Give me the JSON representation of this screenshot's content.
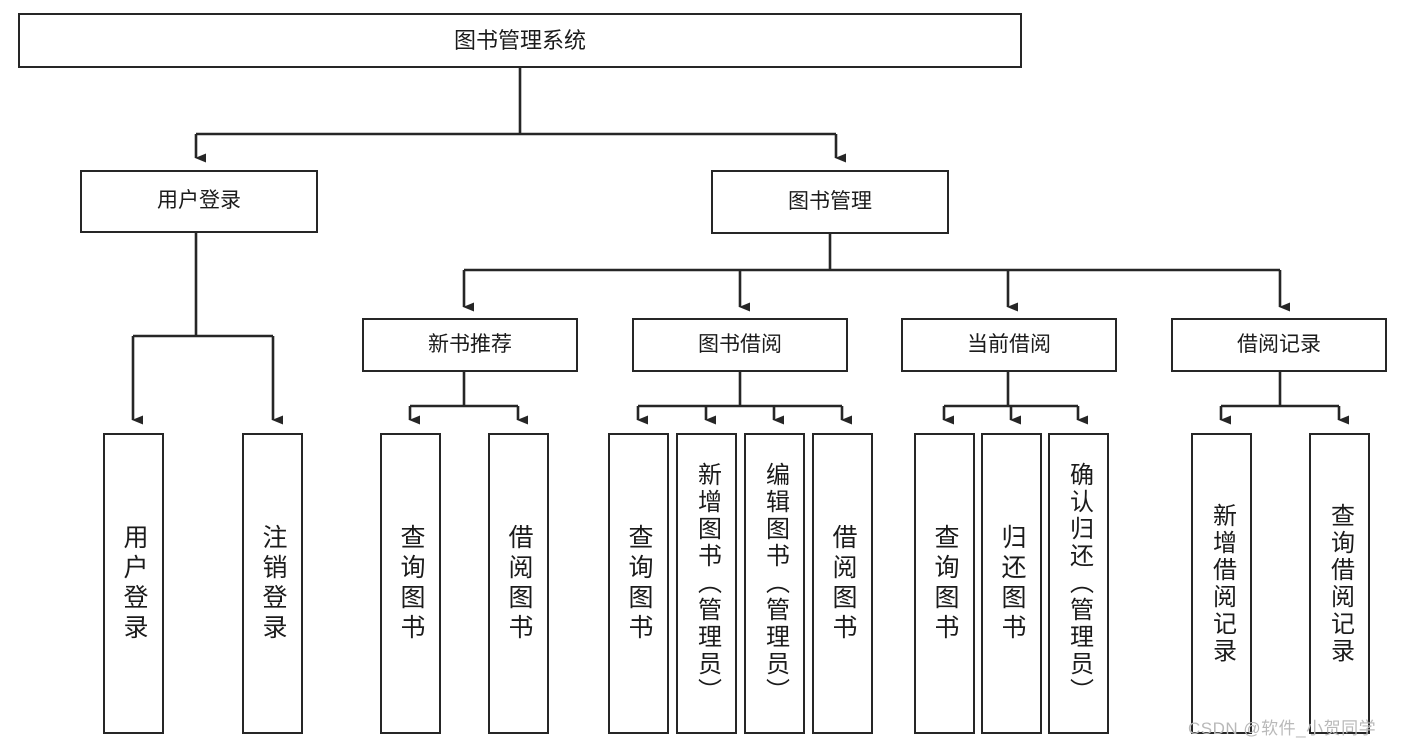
{
  "diagram": {
    "title": "图书管理系统",
    "type": "hierarchy-tree",
    "nodes": {
      "root": {
        "label": "图书管理系统"
      },
      "level2": [
        {
          "id": "user-login",
          "label": "用户登录"
        },
        {
          "id": "book-manage",
          "label": "图书管理"
        }
      ],
      "level3": [
        {
          "id": "new-book-recommend",
          "label": "新书推荐"
        },
        {
          "id": "book-borrow",
          "label": "图书借阅"
        },
        {
          "id": "current-borrow",
          "label": "当前借阅"
        },
        {
          "id": "borrow-record",
          "label": "借阅记录"
        }
      ],
      "leaves": {
        "user-login": [
          {
            "id": "leaf-user-login",
            "label": "用户登录"
          },
          {
            "id": "leaf-logout",
            "label": "注销登录"
          }
        ],
        "new-book-recommend": [
          {
            "id": "leaf-query-book-1",
            "label": "查询图书"
          },
          {
            "id": "leaf-borrow-book-1",
            "label": "借阅图书"
          }
        ],
        "book-borrow": [
          {
            "id": "leaf-query-book-2",
            "label": "查询图书"
          },
          {
            "id": "leaf-add-book",
            "label": "新增图书（管理员）"
          },
          {
            "id": "leaf-edit-book",
            "label": "编辑图书（管理员）"
          },
          {
            "id": "leaf-borrow-book-2",
            "label": "借阅图书"
          }
        ],
        "current-borrow": [
          {
            "id": "leaf-query-book-3",
            "label": "查询图书"
          },
          {
            "id": "leaf-return-book",
            "label": "归还图书"
          },
          {
            "id": "leaf-confirm-return",
            "label": "确认归还（管理员）"
          }
        ],
        "borrow-record": [
          {
            "id": "leaf-add-record",
            "label": "新增借阅记录"
          },
          {
            "id": "leaf-query-record",
            "label": "查询借阅记录"
          }
        ]
      }
    },
    "watermark": "CSDN @软件_小贺同学",
    "colors": {
      "stroke": "#262626",
      "background": "#ffffff",
      "text": "#1b1b1b",
      "watermark": "#b9b9b9"
    }
  }
}
